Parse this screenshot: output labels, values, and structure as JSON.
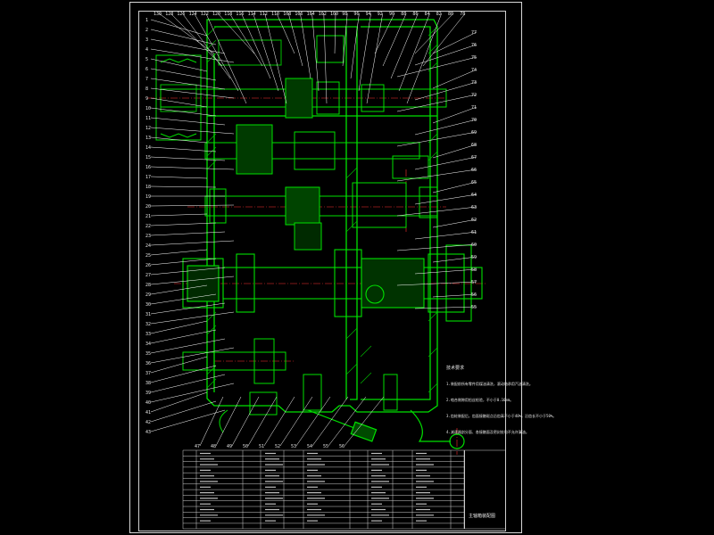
{
  "drawing": {
    "colors": {
      "background": "#000000",
      "outline": "#00e000",
      "hatch": "#00c000",
      "leader": "#ffffff",
      "centerline": "#ff3030",
      "frame": "#d8d8d8",
      "text": "#e6e6e6"
    },
    "top_labels": [
      "130",
      "128",
      "126",
      "124",
      "122",
      "120",
      "118",
      "116",
      "114",
      "112",
      "110",
      "108",
      "106",
      "104",
      "102",
      "100",
      "98",
      "96",
      "94",
      "92",
      "90",
      "88",
      "86",
      "84",
      "82",
      "80",
      "78"
    ],
    "left_labels": [
      "1",
      "2",
      "3",
      "4",
      "5",
      "6",
      "7",
      "8",
      "9",
      "10",
      "11",
      "12",
      "13",
      "14",
      "15",
      "16",
      "17",
      "18",
      "19",
      "20",
      "21",
      "22",
      "23",
      "24",
      "25",
      "26",
      "27",
      "28",
      "29",
      "30",
      "31",
      "32",
      "33",
      "34",
      "35",
      "36",
      "37",
      "38",
      "39",
      "40",
      "41",
      "42",
      "43"
    ],
    "right_labels": [
      "77",
      "76",
      "75",
      "74",
      "73",
      "72",
      "71",
      "70",
      "69",
      "68",
      "67",
      "66",
      "65",
      "64",
      "63",
      "62",
      "61",
      "60",
      "59",
      "58",
      "57",
      "56",
      "55"
    ],
    "bottom_labels": [
      "47",
      "48",
      "49",
      "50",
      "51",
      "52",
      "53",
      "54",
      "55",
      "56"
    ],
    "notes_title": "技术要求",
    "notes_lines": [
      "1.装配前所有零件用煤油清洗，滚动轴承用汽油清洗。",
      "2.啮合侧隙用铅丝检验，不小于0.16mm。",
      "3.齿轮装配后，齿面接触斑点沿齿高不小于40%，沿齿长不小于50%。",
      "4.减速器剖分面、各接触面及密封处均不允许漏油。"
    ],
    "title_block_name": "主轴箱装配图"
  }
}
